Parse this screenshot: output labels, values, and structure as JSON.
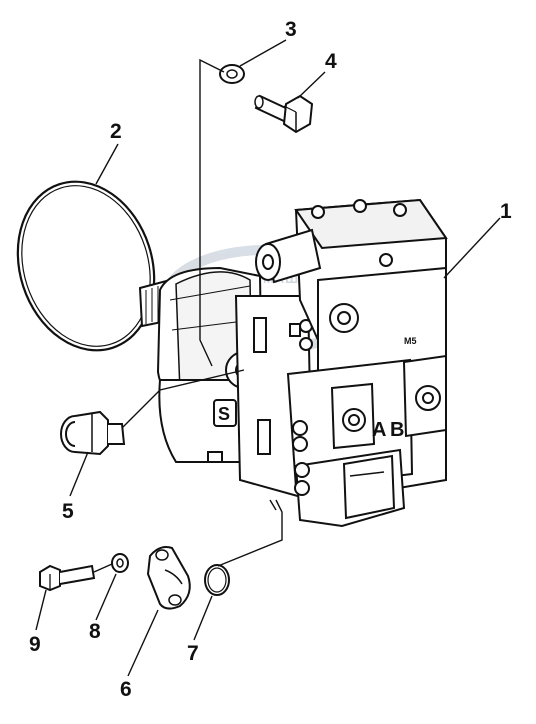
{
  "diagram": {
    "watermark": "ТЕХНИКА МАШИН",
    "callouts": [
      {
        "id": "1",
        "label": "1"
      },
      {
        "id": "2",
        "label": "2"
      },
      {
        "id": "3",
        "label": "3"
      },
      {
        "id": "4",
        "label": "4"
      },
      {
        "id": "5",
        "label": "5"
      },
      {
        "id": "6",
        "label": "6"
      },
      {
        "id": "7",
        "label": "7"
      },
      {
        "id": "8",
        "label": "8"
      },
      {
        "id": "9",
        "label": "9"
      }
    ],
    "body_markings": {
      "port_a": "A",
      "port_b": "B",
      "logo": "S",
      "plate_mark": "M5"
    }
  }
}
